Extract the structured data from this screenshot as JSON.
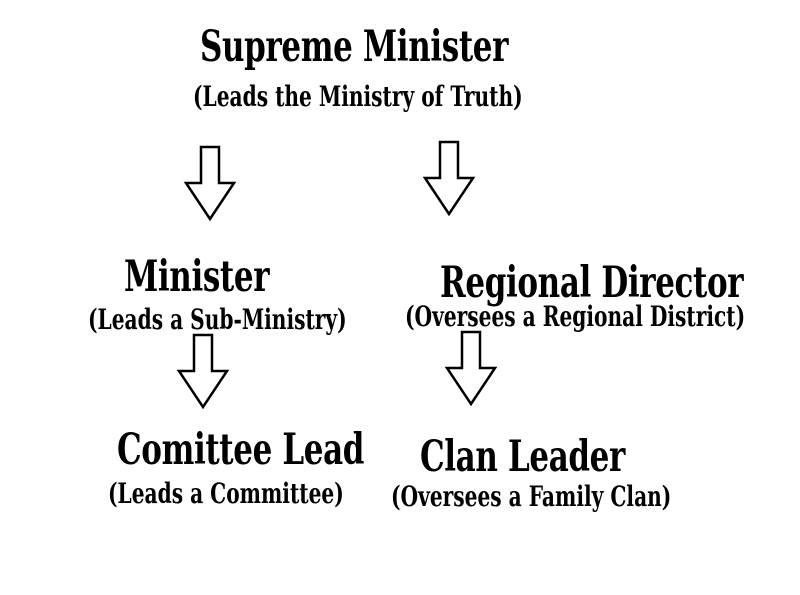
{
  "nodes": {
    "supreme": {
      "title": "Supreme Minister",
      "subtitle": "(Leads the Ministry of Truth)"
    },
    "minister": {
      "title": "Minister",
      "subtitle": "(Leads a Sub-Ministry)"
    },
    "regional": {
      "title": "Regional Director",
      "subtitle": "(Oversees a Regional District)"
    },
    "committee": {
      "title": "Comittee Lead",
      "subtitle": "(Leads a Committee)"
    },
    "clan": {
      "title": "Clan Leader",
      "subtitle": "(Oversees a Family Clan)"
    }
  },
  "colors": {
    "text": "#000000",
    "background": "#ffffff",
    "arrow_fill": "#ffffff",
    "arrow_stroke": "#000000"
  }
}
